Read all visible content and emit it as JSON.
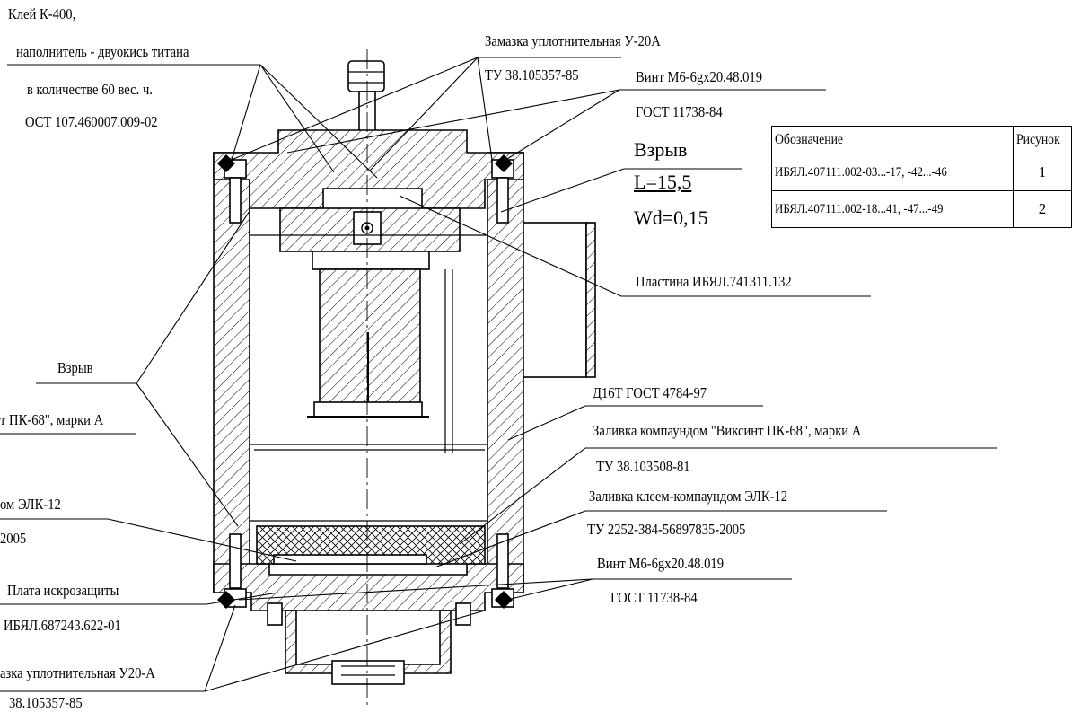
{
  "labels": {
    "glue_line1": "Клей К-400,",
    "glue_line2": "наполнитель - двуокись титана",
    "glue_line3": "в количестве 60 вес. ч.",
    "glue_line4": "ОСТ 107.460007.009-02",
    "sealant_top_line1": "Замазка уплотнительная У-20А",
    "sealant_top_line2": "ТУ 38.105357-85",
    "screw_top_line1": "Винт М6-6gx20.48.019",
    "screw_top_line2": "ГОСТ 11738-84",
    "explosion_label": "Взрыв",
    "explosion_L": "L=15,5",
    "explosion_Wd": "Wd=0,15",
    "plate_label": "Пластина ИБЯЛ.741311.132",
    "left_explosion": "Взрыв",
    "left_fill_partial": "т ПК-68\", марки А",
    "left_elk_partial": "ом ЭЛК-12",
    "left_tu_partial": "2005",
    "spark_board_line1": "Плата искрозащиты",
    "spark_board_line2": "ИБЯЛ.687243.622-01",
    "sealant_bottom_line1": "азка уплотнительная У20-А",
    "sealant_bottom_line2": "38.105357-85",
    "material_label": "Д16Т ГОСТ 4784-97",
    "fill_vixint_line1": "Заливка компаундом \"Виксинт ПК-68\", марки А",
    "fill_vixint_line2": "ТУ 38.103508-81",
    "fill_elk_line1": "Заливка клеем-компаундом ЭЛК-12",
    "fill_elk_line2": "ТУ 2252-384-56897835-2005",
    "screw_bottom_line1": "Винт М6-6gx20.48.019",
    "screw_bottom_line2": "ГОСТ 11738-84"
  },
  "table": {
    "header_designation": "Обозначение",
    "header_figure": "Рисунок",
    "rows": [
      {
        "designation": "ИБЯЛ.407111.002-03...-17, -42...-46",
        "figure": "1"
      },
      {
        "designation": "ИБЯЛ.407111.002-18...41, -47...-49",
        "figure": "2"
      }
    ]
  }
}
